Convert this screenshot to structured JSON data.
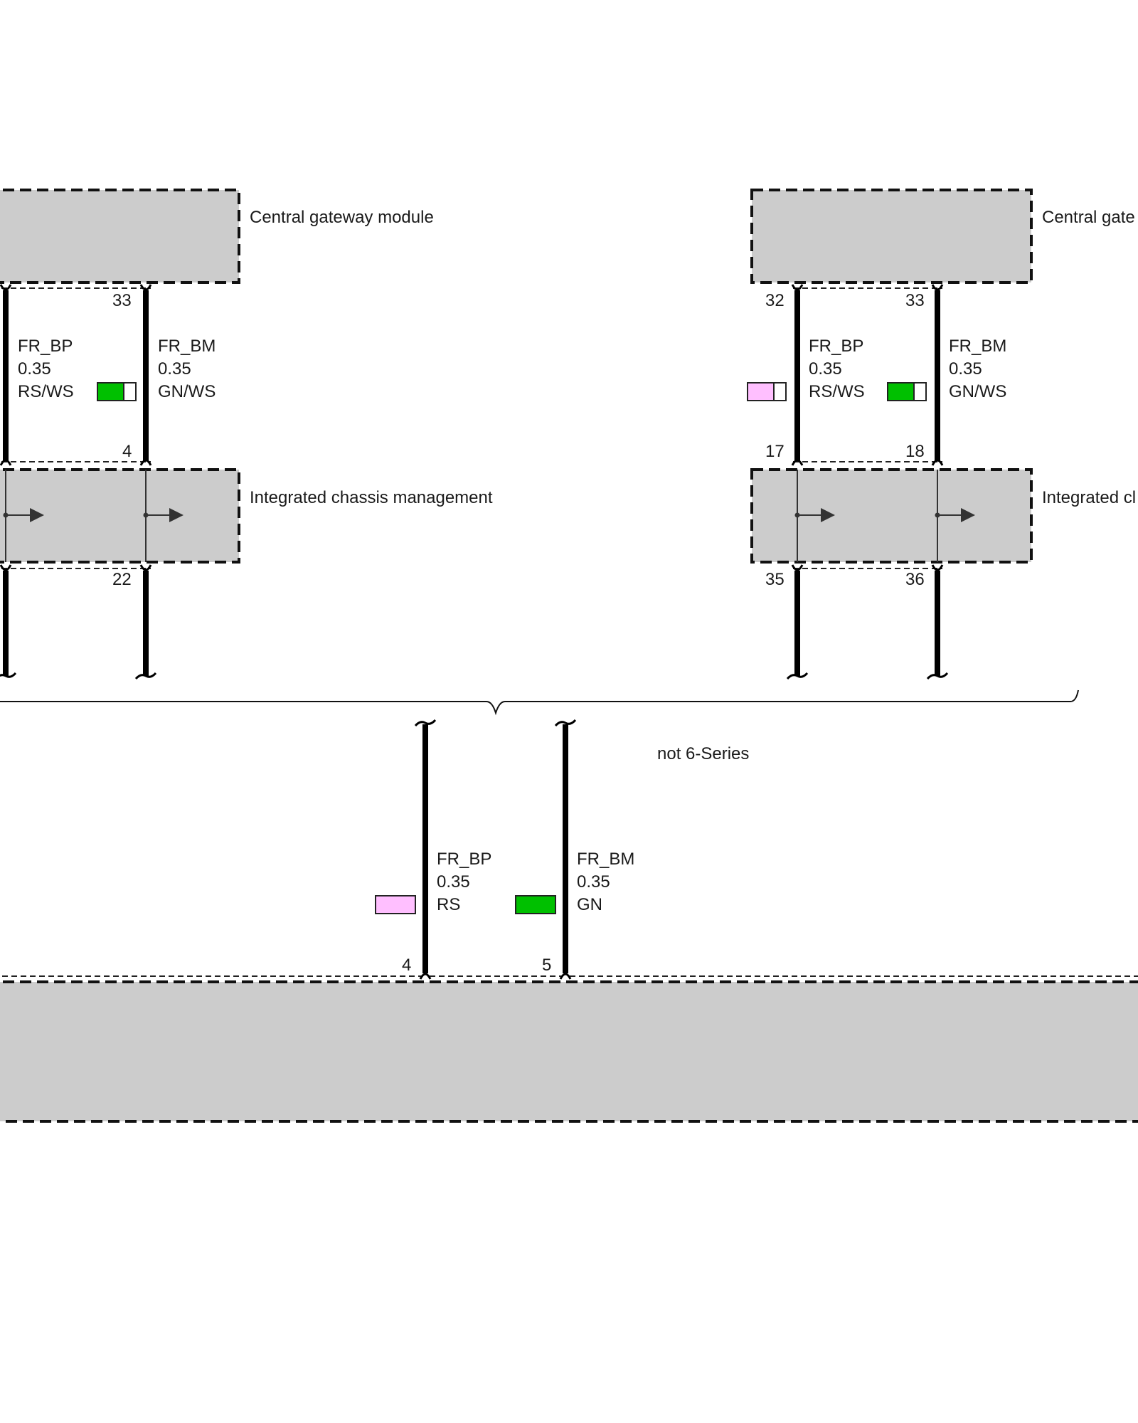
{
  "modules": {
    "left_gateway": {
      "label": "Central gateway module"
    },
    "left_chassis": {
      "label": "Integrated chassis management"
    },
    "right_gateway": {
      "label": "Central gate"
    },
    "right_chassis": {
      "label": "Integrated cl"
    }
  },
  "left_group": {
    "wire_bp": {
      "pin_top": "",
      "pin_mid": "",
      "pin_bottom": "",
      "name": "FR_BP",
      "size": "0.35",
      "color": "RS/WS"
    },
    "wire_bm": {
      "pin_top": "33",
      "pin_mid": "4",
      "pin_bottom": "22",
      "name": "FR_BM",
      "size": "0.35",
      "color": "GN/WS"
    }
  },
  "right_group": {
    "wire_bp": {
      "pin_top": "32",
      "pin_mid": "17",
      "pin_bottom": "35",
      "name": "FR_BP",
      "size": "0.35",
      "color": "RS/WS"
    },
    "wire_bm": {
      "pin_top": "33",
      "pin_mid": "18",
      "pin_bottom": "36",
      "name": "FR_BM",
      "size": "0.35",
      "color": "GN/WS"
    }
  },
  "variant_note": "not 6-Series",
  "bottom_group": {
    "wire_bp": {
      "pin": "4",
      "name": "FR_BP",
      "size": "0.35",
      "color": "RS"
    },
    "wire_bm": {
      "pin": "5",
      "name": "FR_BM",
      "size": "0.35",
      "color": "GN"
    }
  },
  "wire_colors": {
    "RS": "#ffbfff",
    "GN": "#00c000",
    "WS": "#ffffff"
  }
}
